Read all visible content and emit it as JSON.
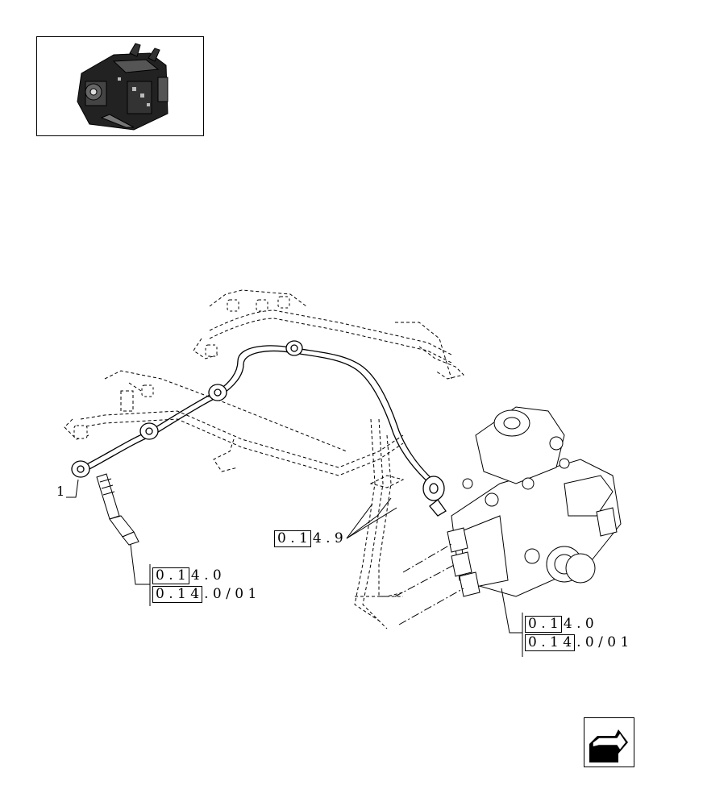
{
  "callouts": {
    "item_1": "1",
    "ref_pump_top": {
      "boxed": "0 . 1 4 . 9",
      "boxed_part": "0 . 1",
      "rest": "4 . 9"
    },
    "ref_left_a": {
      "boxed_part": "0 . 1",
      "rest": "4 . 0"
    },
    "ref_left_b": {
      "boxed_part": "0 . 1 4",
      "rest": ". 0 / 0 1"
    },
    "ref_right_a": {
      "boxed_part": "0 . 1",
      "rest": "4 . 0"
    },
    "ref_right_b": {
      "boxed_part": "0 . 1 4",
      "rest": ". 0 / 0 1"
    }
  },
  "icons": {
    "thumbnail": "engine-thumbnail-icon",
    "navigation": "next-page-arrow-icon"
  }
}
